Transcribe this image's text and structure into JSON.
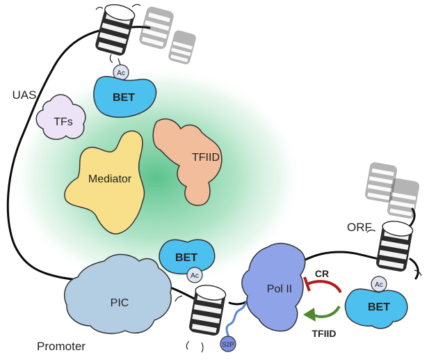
{
  "labels": {
    "uas": "UAS",
    "orf": "ORF",
    "promoter": "Promoter"
  },
  "proteins": {
    "tfs": "TFs",
    "mediator": "Mediator",
    "tfiid": "TFIID",
    "pic": "PIC",
    "pol2": "Pol II",
    "bet": "BET"
  },
  "marks": {
    "ac": "Ac",
    "s2p": "S2P"
  },
  "regulation": {
    "cr": "CR",
    "tfiid": "TFIID"
  },
  "colors": {
    "condensate": "#3fb87a",
    "bet": "#4cc0ee",
    "tfs": "#ece3f7",
    "mediator": "#f8e08a",
    "tfiid": "#f2bd9b",
    "pic": "#b3cde3",
    "pol2": "#8fa3e8",
    "ac_mark": "#dfe4f1",
    "s2p_mark": "#7d8fe0",
    "ctd_tail": "#5b86d6",
    "inhibit_arrow": "#b4191c",
    "activate_arrow": "#4e8a2d",
    "dna": "#0a0a0a"
  }
}
